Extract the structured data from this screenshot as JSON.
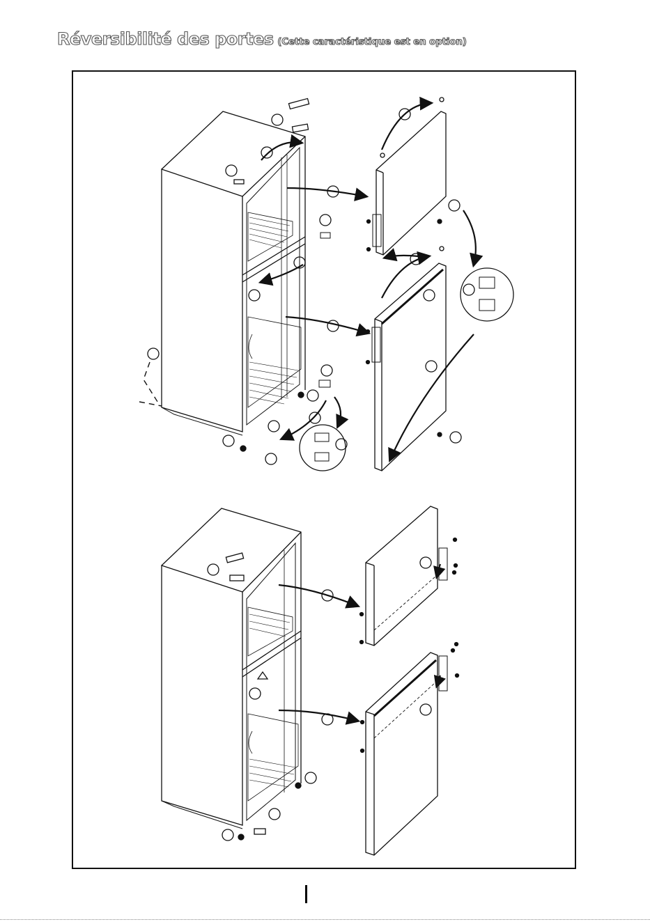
{
  "header": {
    "title": "Réversibilité des portes",
    "subtitle": "(Cette caractéristique est en option)"
  },
  "figure": {
    "panels": [
      "top-panel-reversal-steps",
      "bottom-panel-reassembly"
    ]
  },
  "colors": {
    "line": "#111111",
    "title_outline": "#555555"
  }
}
